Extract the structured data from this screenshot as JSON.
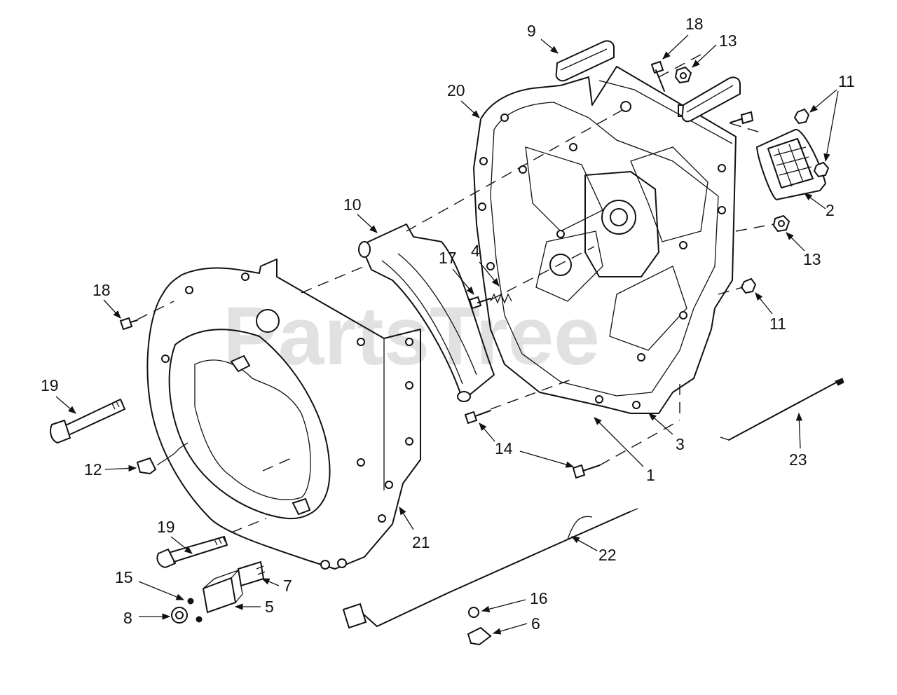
{
  "watermark": "PartsTree",
  "colors": {
    "ink": "#111111",
    "watermark": "#c9c9c9",
    "background": "#ffffff"
  },
  "callouts": [
    {
      "id": "c9",
      "label": "9"
    },
    {
      "id": "c18a",
      "label": "18"
    },
    {
      "id": "c13a",
      "label": "13"
    },
    {
      "id": "c11a",
      "label": "11"
    },
    {
      "id": "c20",
      "label": "20"
    },
    {
      "id": "c2",
      "label": "2"
    },
    {
      "id": "c13b",
      "label": "13"
    },
    {
      "id": "c10",
      "label": "10"
    },
    {
      "id": "c17",
      "label": "17"
    },
    {
      "id": "c4",
      "label": "4"
    },
    {
      "id": "c11b",
      "label": "11"
    },
    {
      "id": "c18b",
      "label": "18"
    },
    {
      "id": "c19a",
      "label": "19"
    },
    {
      "id": "c14",
      "label": "14"
    },
    {
      "id": "c3",
      "label": "3"
    },
    {
      "id": "c1",
      "label": "1"
    },
    {
      "id": "c23",
      "label": "23"
    },
    {
      "id": "c12",
      "label": "12"
    },
    {
      "id": "c21",
      "label": "21"
    },
    {
      "id": "c19b",
      "label": "19"
    },
    {
      "id": "c22",
      "label": "22"
    },
    {
      "id": "c15",
      "label": "15"
    },
    {
      "id": "c7",
      "label": "7"
    },
    {
      "id": "c5",
      "label": "5"
    },
    {
      "id": "c16",
      "label": "16"
    },
    {
      "id": "c8",
      "label": "8"
    },
    {
      "id": "c6",
      "label": "6"
    }
  ]
}
